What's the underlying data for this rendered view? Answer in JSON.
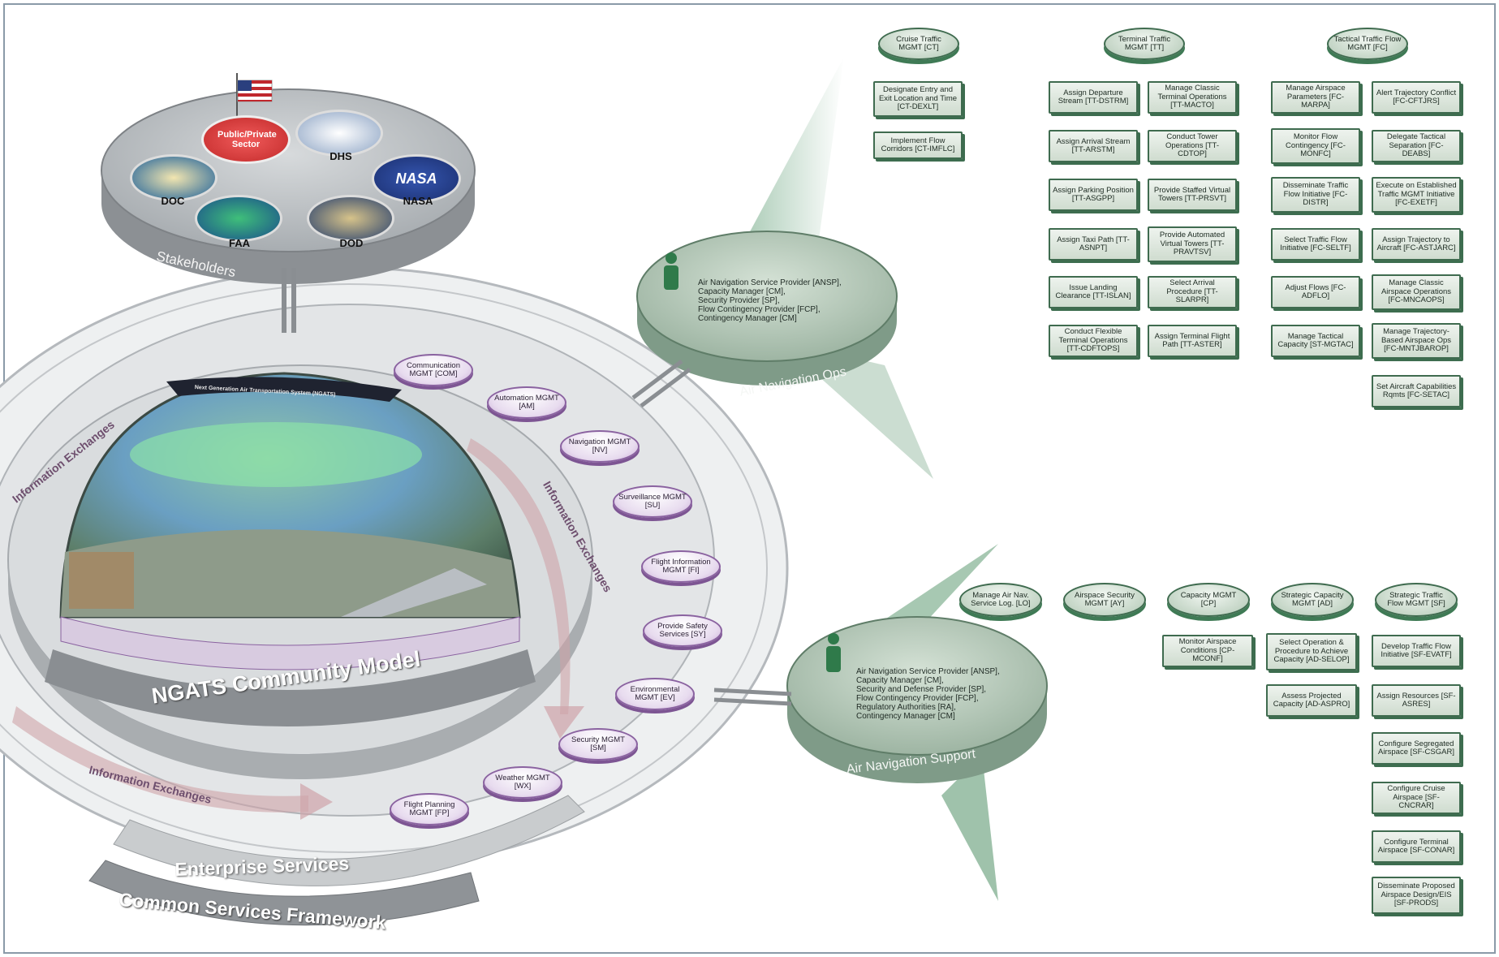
{
  "stakeholders": {
    "label": "Stakeholders",
    "logos": [
      {
        "id": "public-private",
        "text": "Public/Private Sector",
        "color": "#d63a3a"
      },
      {
        "id": "dhs",
        "text": "DHS",
        "color": "#1d3f7a"
      },
      {
        "id": "doc",
        "text": "DOC",
        "color": "#1b5f9a"
      },
      {
        "id": "nasa",
        "text": "NASA",
        "color": "#1b3c8f"
      },
      {
        "id": "faa",
        "text": "FAA",
        "color": "#1a4e8c"
      },
      {
        "id": "dod",
        "text": "DOD",
        "color": "#27406e"
      }
    ]
  },
  "community_model": {
    "title": "NGATS Community Model",
    "dome_banner": "Next Generation Air Transportation System (NGATS)",
    "enterprise_services": "Enterprise Services",
    "common_services": "Common Services Framework",
    "info_exchanges": [
      "Information Exchanges",
      "Information Exchanges",
      "Information Exchanges"
    ],
    "ring_services": [
      "Communication MGMT [COM]",
      "Automation MGMT [AM]",
      "Navigation MGMT [NV]",
      "Surveillance MGMT [SU]",
      "Flight Information MGMT [FI]",
      "Provide Safety Services [SY]",
      "Environmental MGMT [EV]",
      "Security MGMT [SM]",
      "Weather MGMT [WX]",
      "Flight Planning MGMT [FP]"
    ]
  },
  "air_nav_ops": {
    "label": "Air Navigation Ops",
    "roles": "Air Navigation Service Provider [ANSP],\nCapacity Manager [CM],\nSecurity Provider [SP],\nFlow Contingency Provider [FCP],\nContingency Manager [CM]",
    "columns": [
      {
        "header": "Cruise Traffic MGMT [CT]",
        "items": [
          "Designate Entry and Exit Location and Time [CT-DEXLT]",
          "Implement Flow Corridors [CT-IMFLC]"
        ]
      },
      {
        "header": "Terminal Traffic MGMT [TT]",
        "items_left": [
          "Assign Departure Stream [TT-DSTRM]",
          "Assign Arrival Stream [TT-ARSTM]",
          "Assign Parking Position [TT-ASGPP]",
          "Assign Taxi Path [TT-ASNPT]",
          "Issue Landing Clearance [TT-ISLAN]",
          "Conduct Flexible Terminal Operations [TT-CDFTOPS]"
        ],
        "items_right": [
          "Manage Classic Terminal Operations [TT-MACTO]",
          "Conduct Tower Operations [TT-CDTOP]",
          "Provide Staffed Virtual Towers [TT-PRSVT]",
          "Provide Automated Virtual Towers [TT-PRAVTSV]",
          "Select Arrival Procedure [TT-SLARPR]",
          "Assign Terminal Flight Path [TT-ASTER]"
        ]
      },
      {
        "header": "Tactical Traffic Flow MGMT [FC]",
        "items_left": [
          "Manage Airspace Parameters [FC-MARPA]",
          "Monitor Flow Contingency [FC-MONFC]",
          "Disseminate Traffic Flow Initiative [FC-DISTR]",
          "Select Traffic Flow Initiative [FC-SELTF]",
          "Adjust Flows [FC-ADFLO]",
          "Manage Tactical Capacity [ST-MGTAC]"
        ],
        "items_right": [
          "Alert Trajectory Conflict [FC-CFTJRS]",
          "Delegate Tactical Separation [FC-DEABS]",
          "Execute on Established Traffic MGMT Initiative [FC-EXETF]",
          "Assign Trajectory to Aircraft [FC-ASTJARC]",
          "Manage Classic Airspace Operations [FC-MNCAOPS]",
          "Manage Trajectory-Based Airspace Ops [FC-MNTJBAROP]",
          "Set Aircraft Capabilities Rqmts [FC-SETAC]"
        ]
      }
    ]
  },
  "air_nav_support": {
    "label": "Air Navigation Support",
    "roles": "Air Navigation Service Provider [ANSP],\nCapacity Manager [CM],\nSecurity and Defense Provider [SP],\nFlow Contingency Provider [FCP],\nRegulatory Authorities [RA],\nContingency Manager [CM]",
    "headers": [
      "Manage Air Nav. Service Log. [LO]",
      "Airspace Security MGMT [AY]",
      "Capacity MGMT [CP]",
      "Strategic Capacity MGMT [AD]",
      "Strategic Traffic Flow MGMT [SF]"
    ],
    "capacity_items": [
      "Monitor Airspace Conditions [CP-MCONF]"
    ],
    "strategic_capacity_items": [
      "Select Operation & Procedure to Achieve Capacity [AD-SELOP]",
      "Assess Projected Capacity [AD-ASPRO]"
    ],
    "strategic_flow_items": [
      "Develop Traffic Flow Initiative [SF-EVATF]",
      "Assign Resources [SF-ASRES]",
      "Configure Segregated Airspace [SF-CSGAR]",
      "Configure Cruise Airspace [SF-CNCRAR]",
      "Configure Terminal Airspace [SF-CONAR]",
      "Disseminate Proposed Airspace Design/EIS [SF-PRODS]"
    ]
  },
  "colors": {
    "green_dark": "#3f6b4f",
    "green_beam": "#5f9a73",
    "purple": "#8a62a0",
    "platform_gray": "#b9bdc0"
  }
}
